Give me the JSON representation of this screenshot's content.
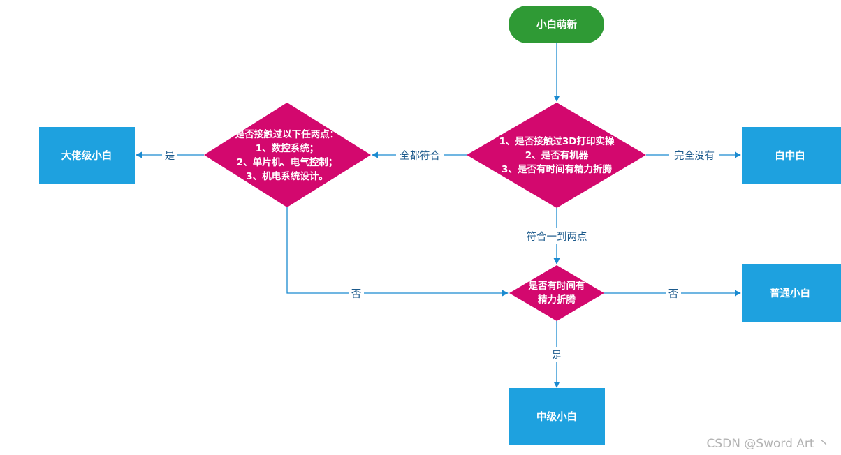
{
  "colors": {
    "start": "#2f9a35",
    "decision": "#d3086e",
    "result": "#1ea1df",
    "edge": "#1a8ad0",
    "edge_label": "#1c5a8c"
  },
  "nodes": {
    "start": "小白萌新",
    "decision_main": [
      "1、是否接触过3D打印实操",
      "2、是否有机器",
      "3、是否有时间有精力折腾"
    ],
    "decision_skills": [
      "是否接触过以下任两点：",
      "1、数控系统；",
      "2、单片机、电气控制；",
      "3、机电系统设计。"
    ],
    "decision_time": [
      "是否有时间有",
      "精力折腾"
    ],
    "result_expert": "大佬级小白",
    "result_blank": "白中白",
    "result_normal": "普通小白",
    "result_middle": "中级小白"
  },
  "edges": {
    "all_match": "全都符合",
    "none": "完全没有",
    "one_two": "符合一到两点",
    "skills_yes": "是",
    "skills_no": "否",
    "time_no": "否",
    "time_yes": "是"
  },
  "watermark": "CSDN @Sword Art 丶"
}
